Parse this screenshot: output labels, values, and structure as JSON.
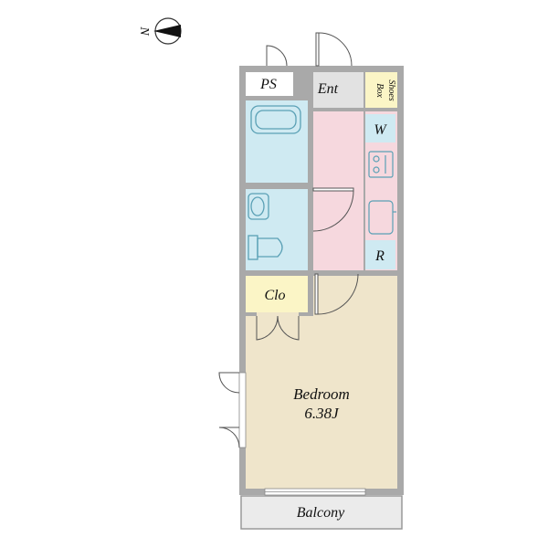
{
  "compass": {
    "label": "N"
  },
  "rooms": {
    "ps": "PS",
    "entrance": "Ent",
    "shoes_box_line1": "Shoes",
    "shoes_box_line2": "Box",
    "washer": "W",
    "refrigerator": "R",
    "closet": "Clo",
    "bedroom_name": "Bedroom",
    "bedroom_size": "6.38J",
    "balcony": "Balcony"
  },
  "colors": {
    "wall": "#a9a9a9",
    "bath": "#cfeaf2",
    "kitchen": "#f6d8de",
    "bedroom": "#efe5cb",
    "storage": "#fbf5c6",
    "balcony": "#ebebeb",
    "fixture": "#5aa0b5",
    "entrance": "#e2e2e2"
  }
}
